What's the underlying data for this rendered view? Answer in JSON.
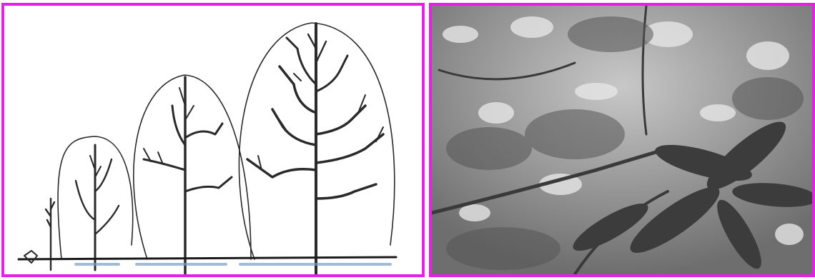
{
  "figure": {
    "left_panel": {
      "subject": "tree-architecture-growth-stages-drawing",
      "stages": 5,
      "icon": "arrow-marker-icon"
    },
    "right_panel": {
      "subject": "forest-canopy-photograph",
      "tone": "grayscale"
    },
    "colors": {
      "frame": "#e620e6",
      "ink": "#2a2a2a",
      "ground_line": "#1a1a1a",
      "ground_shadow": "#7aa0c8"
    }
  }
}
